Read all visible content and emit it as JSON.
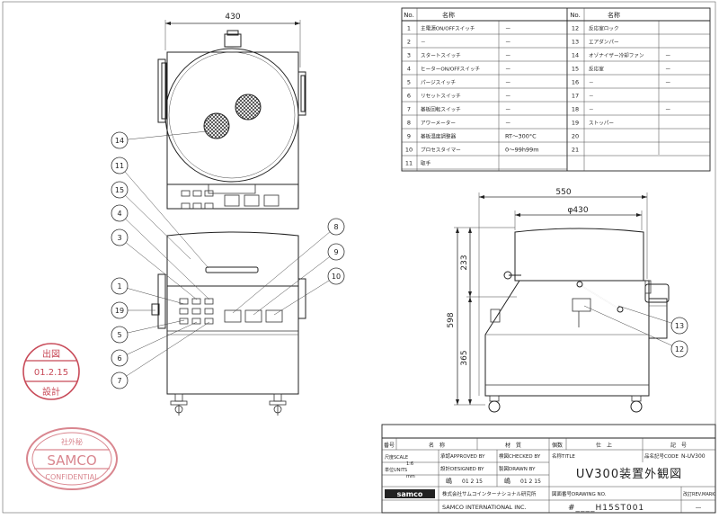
{
  "parts_table": {
    "header": {
      "no": "No.",
      "name": "名称"
    },
    "left_rows": [
      {
        "no": "1",
        "name": "主電源ON/OFFスイッチ",
        "spec": "－"
      },
      {
        "no": "2",
        "name": "－",
        "spec": "－"
      },
      {
        "no": "3",
        "name": "スタートスイッチ",
        "spec": "－"
      },
      {
        "no": "4",
        "name": "ヒーターON/OFFスイッチ",
        "spec": "－"
      },
      {
        "no": "5",
        "name": "パージスイッチ",
        "spec": "－"
      },
      {
        "no": "6",
        "name": "リセットスイッチ",
        "spec": "－"
      },
      {
        "no": "7",
        "name": "基板回転スイッチ",
        "spec": "－"
      },
      {
        "no": "8",
        "name": "アワーメーター",
        "spec": "－"
      },
      {
        "no": "9",
        "name": "基板温度調整器",
        "spec": "RT～300°C"
      },
      {
        "no": "10",
        "name": "プロセスタイマー",
        "spec": "0～99h99m"
      },
      {
        "no": "11",
        "name": "取手",
        "spec": ""
      }
    ],
    "right_rows": [
      {
        "no": "12",
        "name": "反応室ロック",
        "spec": ""
      },
      {
        "no": "13",
        "name": "エアダンパー",
        "spec": ""
      },
      {
        "no": "14",
        "name": "オゾナイザー冷却ファン",
        "spec": "－"
      },
      {
        "no": "15",
        "name": "反応室",
        "spec": "－"
      },
      {
        "no": "16",
        "name": "－",
        "spec": "－"
      },
      {
        "no": "17",
        "name": "－",
        "spec": ""
      },
      {
        "no": "18",
        "name": "－",
        "spec": "－"
      },
      {
        "no": "19",
        "name": "ストッパー",
        "spec": ""
      },
      {
        "no": "20",
        "name": "",
        "spec": ""
      },
      {
        "no": "21",
        "name": "",
        "spec": ""
      }
    ]
  },
  "dimensions": {
    "top_width": "430",
    "side_width": "550",
    "side_lid_diameter": "φ430",
    "total_height": "598",
    "upper_height": "233",
    "lower_height": "365"
  },
  "balloons": {
    "left": [
      "14",
      "11",
      "15",
      "4",
      "3",
      "1",
      "19",
      "5",
      "6",
      "7"
    ],
    "middle": [
      "8",
      "9",
      "10"
    ],
    "side": [
      "13",
      "12"
    ]
  },
  "stamps": {
    "date_stamp": {
      "top": "出図",
      "date": "01.2.15",
      "bottom": "設計"
    },
    "confidential": {
      "top": "社外秘",
      "middle": "SAMCO",
      "bottom": "CONFIDENTIAL"
    }
  },
  "title_block": {
    "col_no": "番号",
    "col_name": "名　称",
    "col_material": "材　質",
    "col_qty": "個数",
    "col_finish": "仕　上",
    "col_mark": "記　号",
    "approved_by": "承認APPROVED BY",
    "checked_by": "検図CHECKED BY",
    "title_label": "名称TITLE",
    "code_label": "品名記号CODE",
    "code_value": "N-UV300",
    "scale_label": "尺度SCALE",
    "scale_value": "1:6",
    "units_label": "単位UNITS",
    "units_value": "mm",
    "designed_by": "設計DESIGNED BY",
    "drawn_by": "製図DRAWN BY",
    "designer_name": "嶋",
    "designer_date": "01 2 15",
    "drawer_name": "嶋",
    "drawer_date": "01 2 15",
    "title_value": "UV300装置外観図",
    "company_jp": "株式会社サムコインターナショナル研究所",
    "company_en": "SAMCO INTERNATIONAL INC.",
    "logo_text": "samco",
    "drawing_no_label": "図面番号DRAWING NO.",
    "drawing_no_value": "#____H15ST001",
    "rev_label": "改訂REV.MARK",
    "rev_value": "―"
  },
  "colors": {
    "line": "#222222",
    "stamp_red": "#c84a58",
    "confidential_red": "#d9868f"
  }
}
